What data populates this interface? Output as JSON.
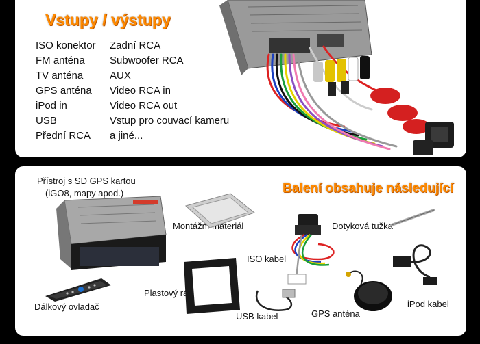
{
  "io": {
    "title": "Vstupy / výstupy",
    "inputs": [
      "ISO konektor",
      "FM anténa",
      "TV anténa",
      "GPS anténa",
      "iPod in",
      "USB",
      "Přední RCA"
    ],
    "outputs": [
      "Zadní RCA",
      "Subwoofer RCA",
      "AUX",
      "Video RCA in",
      "Video RCA out",
      "Vstup pro couvací kameru",
      "a jiné..."
    ]
  },
  "package": {
    "title": "Balení obsahuje následující",
    "device_line1": "Přístroj s SD GPS kartou",
    "device_line2": "(iGO8, mapy apod.)",
    "mounting": "Montážní materiál",
    "stylus": "Dotyková tužka",
    "iso_cable": "ISO kabel",
    "remote": "Dálkový ovladač",
    "frame": "Plastový  rámeček",
    "usb_cable": "USB kabel",
    "gps_antenna": "GPS anténa",
    "ipod_cable": "iPod kabel"
  },
  "colors": {
    "accent": "#ff8a00",
    "background": "#000000",
    "panel": "#ffffff"
  }
}
